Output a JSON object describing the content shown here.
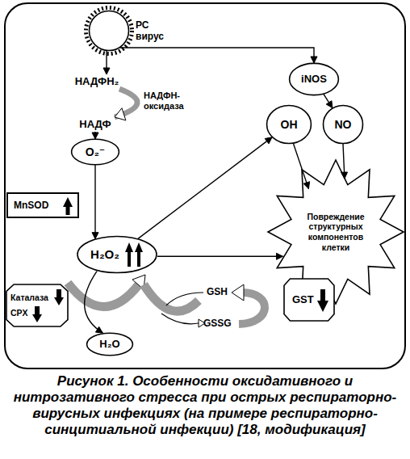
{
  "diagram": {
    "caption": "Рисунок 1. Особенности оксидативного и нитрозативного стресса при острых респираторно-вирусных инфекциях (на примере респираторно-синцитиальной инфекции) [18, модификация]",
    "nodes": [
      {
        "text": [
          "РС вирус"
        ]
      },
      {
        "text": [
          "iNOS"
        ]
      },
      {
        "text": [
          "НАДФН₂"
        ]
      },
      {
        "text": [
          "НАДФ"
        ]
      },
      {
        "text": [
          "O₂⁻"
        ]
      },
      {
        "text": [
          "OH"
        ]
      },
      {
        "text": [
          "NO"
        ]
      },
      {
        "text": [
          "MnSOD"
        ]
      },
      {
        "text": [
          "Повреждение структурных компонентов клетки"
        ]
      },
      {
        "text": [
          "H₂O₂"
        ]
      },
      {
        "text": [
          "Каталаза",
          "CPX"
        ]
      },
      {
        "text": [
          "GST"
        ]
      },
      {
        "text": [
          "H₂O"
        ]
      }
    ],
    "edges": [
      {
        "from": 0,
        "to": 1,
        "arrow": "to"
      },
      {
        "from": 0,
        "to": 2,
        "arrow": "to"
      },
      {
        "from": 2,
        "to": 3,
        "arrow": "to"
      },
      {
        "from": 3,
        "to": 4,
        "arrow": "to"
      },
      {
        "from": 1,
        "to": 6,
        "arrow": "to"
      },
      {
        "from": 4,
        "to": 9,
        "arrow": "to"
      },
      {
        "from": 9,
        "to": 5,
        "arrow": "to"
      },
      {
        "from": 5,
        "to": 8,
        "arrow": "to"
      },
      {
        "from": 6,
        "to": 8,
        "arrow": "to"
      },
      {
        "from": 9,
        "to": 8,
        "arrow": "to"
      },
      {
        "from": 9,
        "to": 12,
        "arrow": "to"
      }
    ],
    "labels": [
      "НАДФН- оксидаза",
      "GSH",
      "GSSG"
    ]
  }
}
